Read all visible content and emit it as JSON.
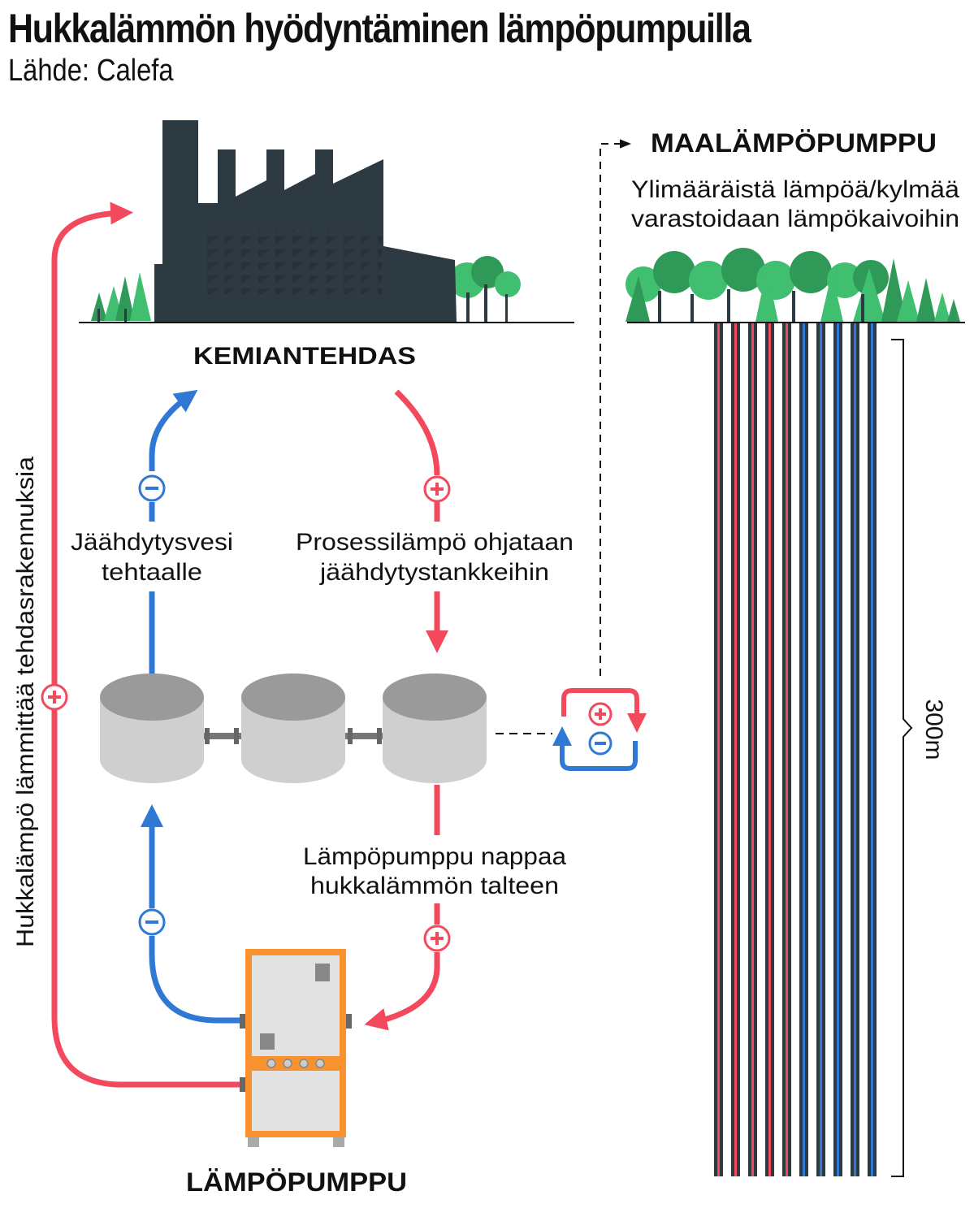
{
  "title": "Hukkalämmön hyödyntäminen lämpöpumpuilla",
  "source": "Lähde: Calefa",
  "factory": {
    "label": "KEMIANTEHDAS"
  },
  "heat_pump": {
    "label": "LÄMPÖPUMPPU"
  },
  "ground_pump": {
    "label": "MAALÄMPÖPUMPPU",
    "description": [
      "Ylimääräistä lämpöä/kylmää",
      "varastoidaan lämpökaivoihin"
    ],
    "depth_label": "300m",
    "well_count": 10
  },
  "flows": {
    "cooling_water": [
      "Jäähdytysvesi",
      "tehtaalle"
    ],
    "process_heat": [
      "Prosessilämpö ohjataan",
      "jäähdytystankkeihin"
    ],
    "waste_heat_capture": [
      "Lämpöpumppu nappaa",
      "hukkalämmön talteen"
    ],
    "building_heat": "Hukkalämpö lämmittää tehdasrakennuksia"
  },
  "colors": {
    "hot": "#f24a5c",
    "cold": "#2f78d4",
    "factory": "#2e3a42",
    "tree_light": "#3fbf6f",
    "tree_dark": "#2f9a58",
    "tank_body": "#cfcfcf",
    "tank_top": "#9a9a9a",
    "heat_pump_frame": "#f7922e"
  }
}
